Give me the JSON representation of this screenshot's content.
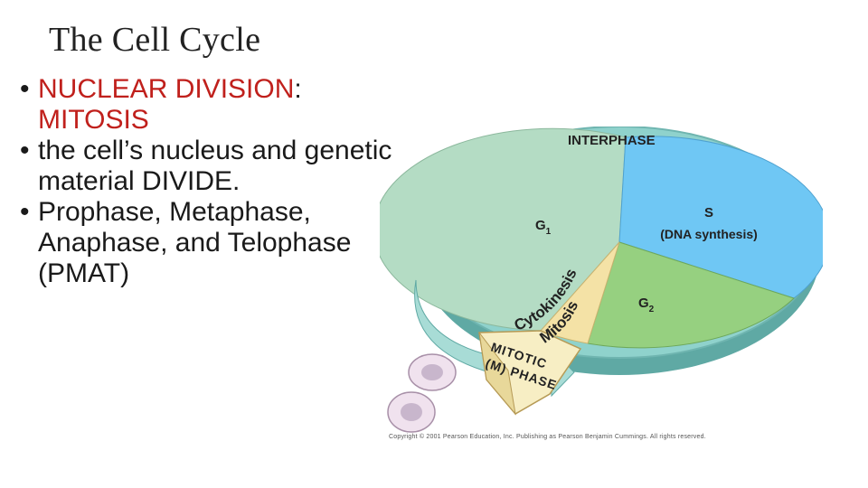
{
  "slide": {
    "title": "The Cell Cycle",
    "bullets": [
      {
        "prefix": "NUCLEAR DIVISION",
        "suffix": ":",
        "rest": "MITOSIS"
      },
      {
        "text": "the cell’s nucleus and genetic material DIVIDE."
      },
      {
        "text": "Prophase, Metaphase, Anaphase, and Telophase (PMAT)"
      }
    ],
    "bullet_glyph": "•"
  },
  "diagram": {
    "interphase_label": "INTERPHASE",
    "g1_label": "G",
    "g1_sub": "1",
    "s_label": "S",
    "s_sub": "(DNA synthesis)",
    "g2_label": "G",
    "g2_sub": "2",
    "mitosis_label": "Mitosis",
    "cytokinesis_label": "Cytokinesis",
    "mitotic_label_line1": "MITOTIC",
    "mitotic_label_line2": "(M) PHASE",
    "copyright": "Copyright © 2001 Pearson Education, Inc. Publishing as Pearson Benjamin Cummings. All rights reserved.",
    "colors": {
      "g1": "#b4dcc4",
      "s": "#6fc7f4",
      "g2": "#96d080",
      "mitosis": "#f4e2a6",
      "rim": "#8fd2cc",
      "rim_dark": "#5fa9a4",
      "arrow": "#a8dcd6",
      "text_red": "#c0201c"
    }
  }
}
